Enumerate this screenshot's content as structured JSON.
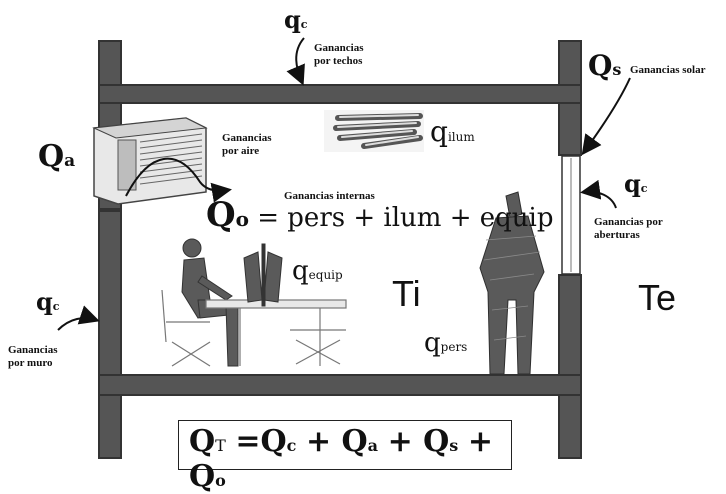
{
  "symbols": {
    "q_c": "q",
    "c_sub": "c",
    "Q": "Q",
    "a_sub": "a",
    "s_sub": "s",
    "o_sub": "o",
    "q": "q",
    "ilum_sub": "ilum",
    "equip_sub": "equip",
    "pers_sub": "pers",
    "Ti": "Ti",
    "Te": "Te"
  },
  "labels": {
    "techos_l1": "Ganancias",
    "techos_l2": "por techos",
    "solar": "Ganancias solar",
    "aire_l1": "Ganancias",
    "aire_l2": "por aire",
    "internas": "Ganancias internas",
    "aberturas_l1": "Ganancias por",
    "aberturas_l2": "aberturas",
    "muro_l1": "Ganancias",
    "muro_l2": "por muro"
  },
  "equation_internal": "= pers + ilum + equip",
  "formula": {
    "T_sub": "T",
    "parts": [
      "=Q",
      "c",
      "+ Q",
      "a",
      "+ Q",
      "s",
      "+ Q",
      "o"
    ]
  },
  "colors": {
    "wall": "#555555",
    "wall_border": "#333333",
    "figure": "#5a5a5a"
  }
}
